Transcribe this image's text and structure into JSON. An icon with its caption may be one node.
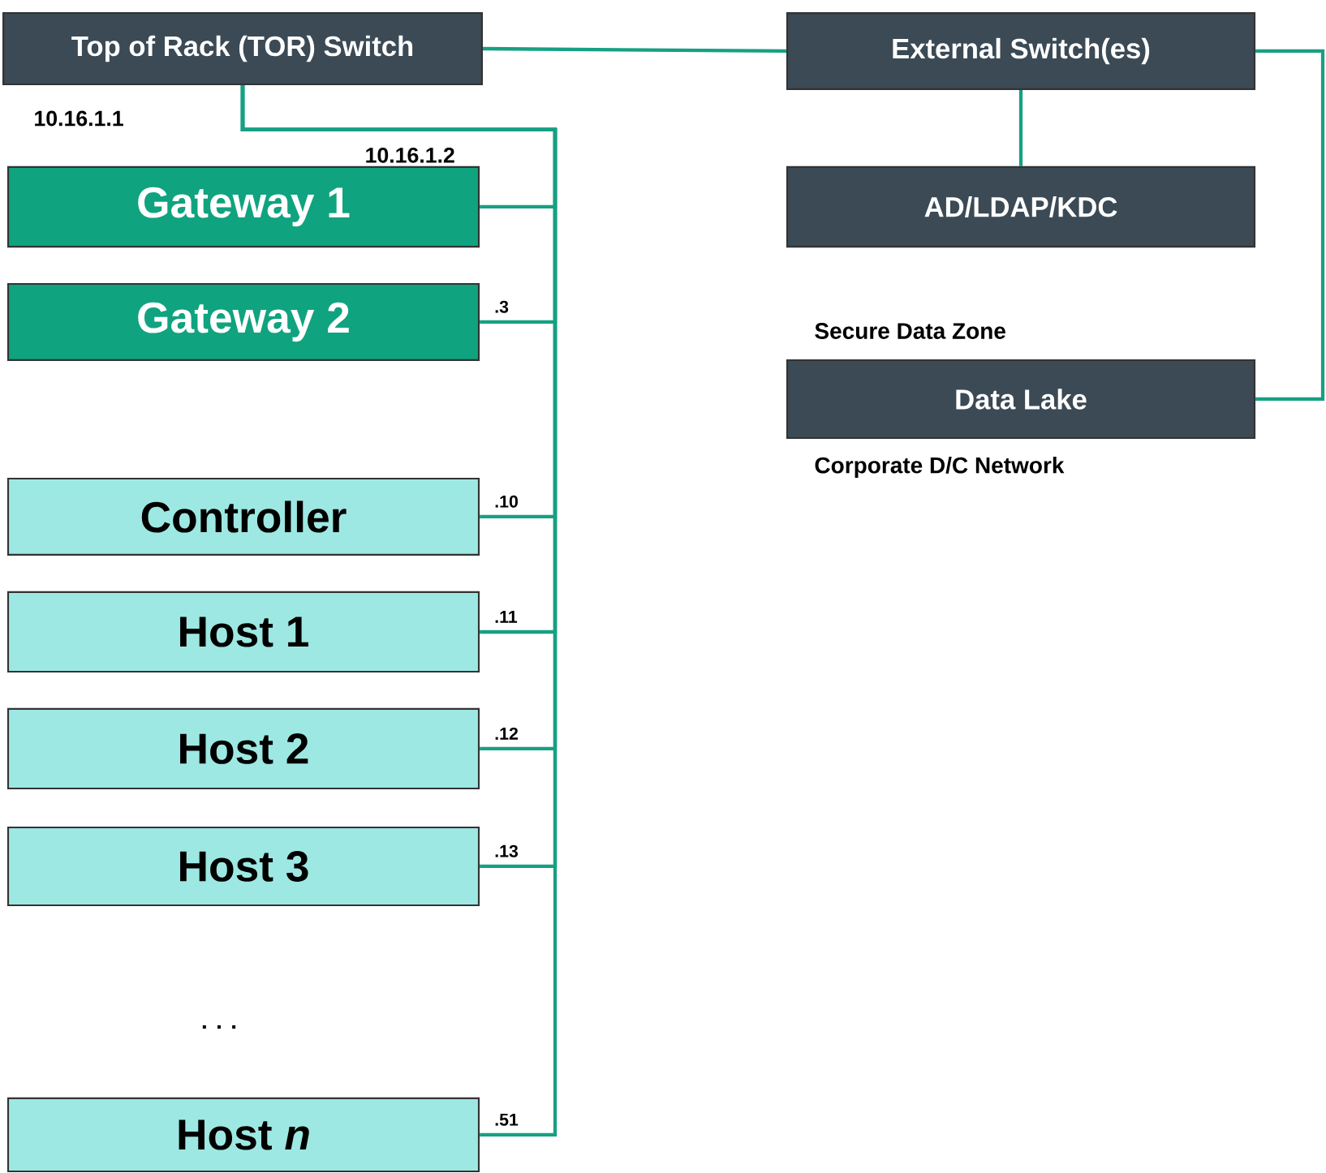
{
  "diagram": {
    "nodes": [
      {
        "text": [
          "Top of Rack (TOR) Switch"
        ],
        "beside": [
          "10.16.1.1"
        ]
      },
      {
        "text": [
          "External Switch(es)"
        ]
      },
      {
        "text": [
          "AD/LDAP/KDC"
        ]
      },
      {
        "text": [
          "Data Lake"
        ]
      },
      {
        "text": [
          "Gateway 1"
        ]
      },
      {
        "text": [
          "Gateway 2"
        ]
      },
      {
        "text": [
          "Controller"
        ]
      },
      {
        "text": [
          "Host 1"
        ]
      },
      {
        "text": [
          "Host 2"
        ]
      },
      {
        "text": [
          "Host 3"
        ]
      },
      {
        "text": [
          "Host *n*"
        ]
      }
    ],
    "edges": [
      {
        "from": 0,
        "to": 1,
        "arrow": "none"
      },
      {
        "from": 1,
        "to": 2,
        "arrow": "none"
      },
      {
        "from": 1,
        "to": 3,
        "arrow": "none"
      },
      {
        "from": 0,
        "to": 4,
        "arrow": "none",
        "label": "10.16.1.2"
      },
      {
        "from": 0,
        "to": 5,
        "arrow": "none",
        "label": ".3"
      },
      {
        "from": 0,
        "to": 6,
        "arrow": "none",
        "label": ".10"
      },
      {
        "from": 0,
        "to": 7,
        "arrow": "none",
        "label": ".11"
      },
      {
        "from": 0,
        "to": 8,
        "arrow": "none",
        "label": ".12"
      },
      {
        "from": 0,
        "to": 9,
        "arrow": "none",
        "label": ".13"
      },
      {
        "from": 0,
        "to": 10,
        "arrow": "none",
        "label": ".51"
      }
    ],
    "labels": [
      "Secure Data Zone",
      "Corporate D/C Network",
      ". . ."
    ]
  }
}
